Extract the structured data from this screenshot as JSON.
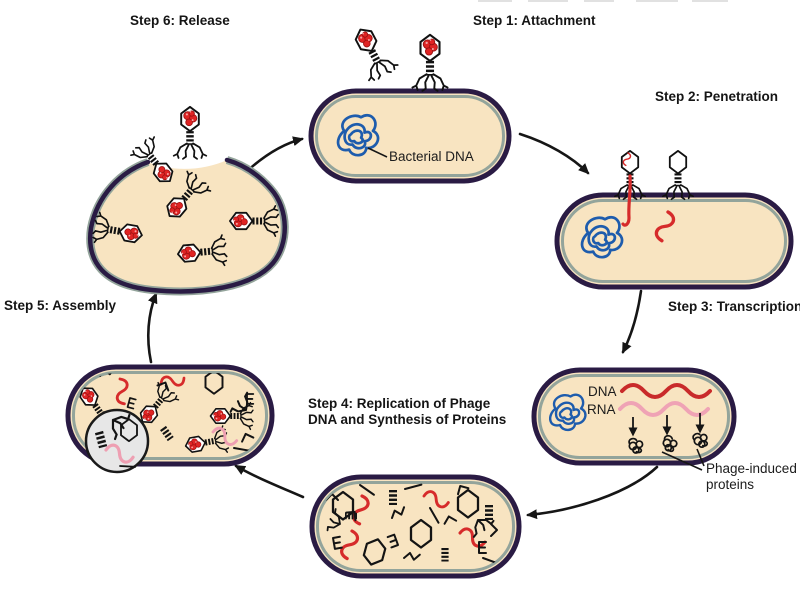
{
  "diagram": {
    "steps": [
      {
        "label": "Step 1: Attachment"
      },
      {
        "label": "Step 2: Penetration"
      },
      {
        "label": "Step 3: Transcription"
      },
      {
        "label_line1": "Step 4: Replication of Phage",
        "label_line2": "DNA and Synthesis of Proteins"
      },
      {
        "label": "Step 5: Assembly"
      },
      {
        "label": "Step 6: Release"
      }
    ],
    "annotations": {
      "bacterial_dna": "Bacterial DNA",
      "dna": "DNA",
      "rna": "RNA",
      "phage_induced_line1": "Phage-induced",
      "phage_induced_line2": "proteins"
    },
    "colors": {
      "background": "#ffffff",
      "cell_fill": "#F8E4C1",
      "membrane_outer": "#2A1B44",
      "membrane_inner": "#93A49B",
      "bacterial_dna_blue": "#1E5CAD",
      "phage_dna_red": "#D62B2B",
      "rna_pink": "#EFA3B5",
      "phage_head_red": "#E02424",
      "outline_black": "#141414",
      "magnifier_fill": "#E7E7E7",
      "text": "#151515"
    }
  }
}
